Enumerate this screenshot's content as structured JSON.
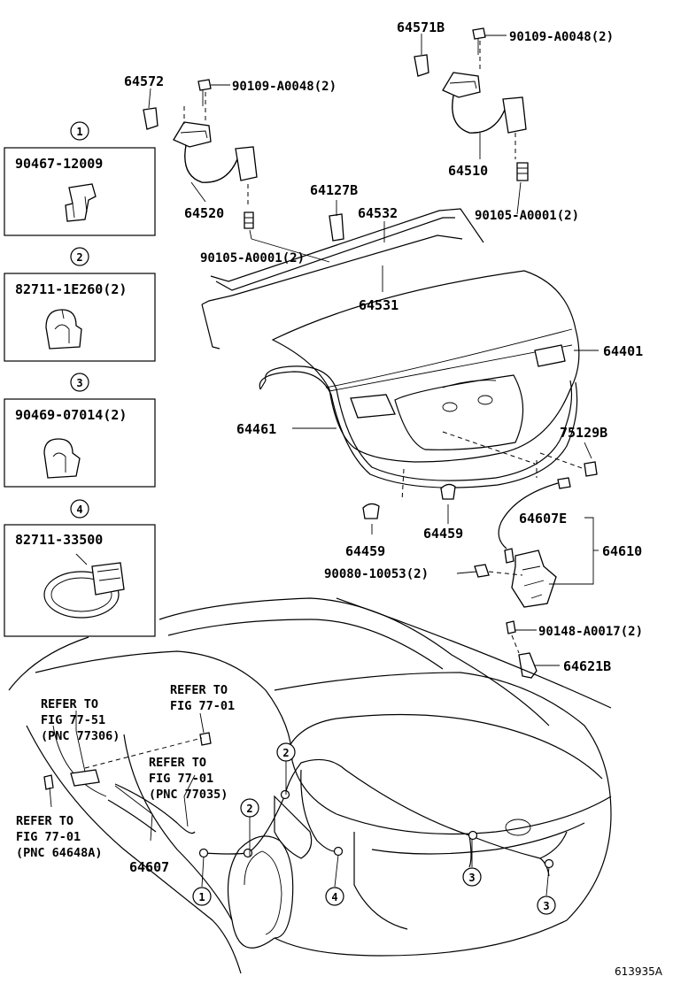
{
  "callout_boxes": [
    {
      "num": "1",
      "part": "90467-12009"
    },
    {
      "num": "2",
      "part": "82711-1E260(2)"
    },
    {
      "num": "3",
      "part": "90469-07014(2)"
    },
    {
      "num": "4",
      "part": "82711-33500"
    }
  ],
  "labels": {
    "p64571b": "64571B",
    "p90109_top": "90109-A0048(2)",
    "p64572": "64572",
    "p90109_left": "90109-A0048(2)",
    "p64510": "64510",
    "p64520": "64520",
    "p64127b": "64127B",
    "p64532": "64532",
    "p90105_right": "90105-A0001(2)",
    "p90105_left": "90105-A0001(2)",
    "p64531": "64531",
    "p64401": "64401",
    "p64461": "64461",
    "p75129b": "75129B",
    "p64607e": "64607E",
    "p64610": "64610",
    "p64459_a": "64459",
    "p64459_b": "64459",
    "p90080": "90080-10053(2)",
    "p90148": "90148-A0017(2)",
    "p64621b": "64621B",
    "p64607": "64607"
  },
  "refer_notes": [
    {
      "l1": "REFER TO",
      "l2": "FIG 77-51",
      "l3": "(PNC 77306)"
    },
    {
      "l1": "REFER TO",
      "l2": "FIG 77-01",
      "l3": ""
    },
    {
      "l1": "REFER TO",
      "l2": "FIG 77-01",
      "l3": "(PNC 77035)"
    },
    {
      "l1": "REFER TO",
      "l2": "FIG 77-01",
      "l3": "(PNC 64648A)"
    }
  ],
  "diagram_callouts": [
    "2",
    "2",
    "1",
    "4",
    "3",
    "3"
  ],
  "figure_id": "613935A"
}
